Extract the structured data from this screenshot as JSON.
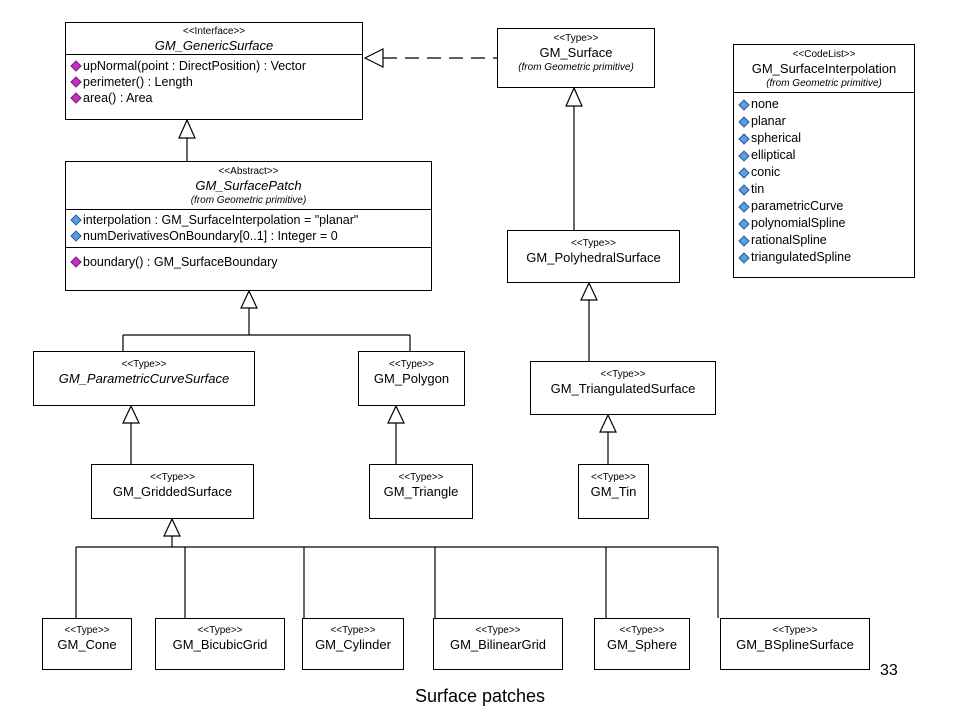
{
  "classes": {
    "generic_surface": {
      "stereotype": "<<Interface>>",
      "name": "GM_GenericSurface",
      "operations": [
        "upNormal(point : DirectPosition) : Vector",
        "perimeter() : Length",
        "area() : Area"
      ]
    },
    "surface": {
      "stereotype": "<<Type>>",
      "name": "GM_Surface",
      "from": "(from Geometric primitive)"
    },
    "surface_interpolation": {
      "stereotype": "<<CodeList>>",
      "name": "GM_SurfaceInterpolation",
      "from": "(from Geometric primitive)",
      "values": [
        "none",
        "planar",
        "spherical",
        "elliptical",
        "conic",
        "tin",
        "parametricCurve",
        "polynomialSpline",
        "rationalSpline",
        "triangulatedSpline"
      ]
    },
    "surface_patch": {
      "stereotype": "<<Abstract>>",
      "name": "GM_SurfacePatch",
      "from": "(from Geometric primitive)",
      "attributes": [
        "interpolation : GM_SurfaceInterpolation = \"planar\"",
        "numDerivativesOnBoundary[0..1] : Integer = 0"
      ],
      "operations": [
        "boundary() : GM_SurfaceBoundary"
      ]
    },
    "polyhedral_surface": {
      "stereotype": "<<Type>>",
      "name": "GM_PolyhedralSurface"
    },
    "parametric_curve_surface": {
      "stereotype": "<<Type>>",
      "name": "GM_ParametricCurveSurface"
    },
    "polygon": {
      "stereotype": "<<Type>>",
      "name": "GM_Polygon"
    },
    "triangulated_surface": {
      "stereotype": "<<Type>>",
      "name": "GM_TriangulatedSurface"
    },
    "gridded_surface": {
      "stereotype": "<<Type>>",
      "name": "GM_GriddedSurface"
    },
    "triangle": {
      "stereotype": "<<Type>>",
      "name": "GM_Triangle"
    },
    "tin": {
      "stereotype": "<<Type>>",
      "name": "GM_Tin"
    },
    "cone": {
      "stereotype": "<<Type>>",
      "name": "GM_Cone"
    },
    "bicubic_grid": {
      "stereotype": "<<Type>>",
      "name": "GM_BicubicGrid"
    },
    "cylinder": {
      "stereotype": "<<Type>>",
      "name": "GM_Cylinder"
    },
    "bilinear_grid": {
      "stereotype": "<<Type>>",
      "name": "GM_BilinearGrid"
    },
    "sphere": {
      "stereotype": "<<Type>>",
      "name": "GM_Sphere"
    },
    "bspline_surface": {
      "stereotype": "<<Type>>",
      "name": "GM_BSplineSurface"
    }
  },
  "page_number": "33",
  "caption": "Surface patches"
}
